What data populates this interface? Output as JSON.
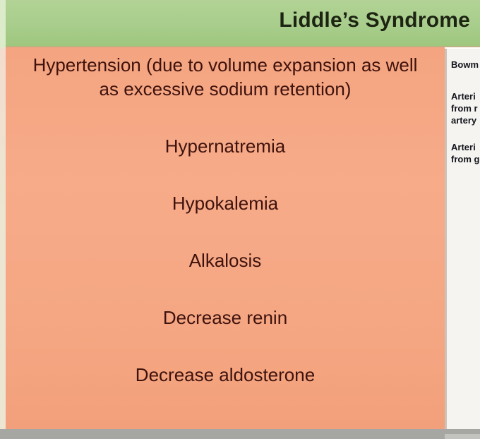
{
  "header": {
    "title": "Liddle’s Syndrome"
  },
  "symptoms": {
    "items": [
      "Hypertension (due to volume expansion as well\nas excessive sodium retention)",
      "Hypernatremia",
      "Hypokalemia",
      "Alkalosis",
      "Decrease renin",
      "Decrease aldosterone"
    ]
  },
  "side": {
    "blocks": [
      "Bowm",
      "Arteri\nfrom r\nartery",
      "Arteri\nfrom g"
    ]
  },
  "colors": {
    "header_green": "#a8cd8c",
    "header_edge_tan": "#bdb083",
    "panel_salmon": "#f5a783",
    "symptom_text": "#3e120d",
    "title_text": "#1d2412",
    "side_panel_bg": "#f5f4f1",
    "side_text": "#15151d",
    "bottom_bar_gray": "#a6a7a2",
    "left_strip_cream": "#ece5d1"
  }
}
